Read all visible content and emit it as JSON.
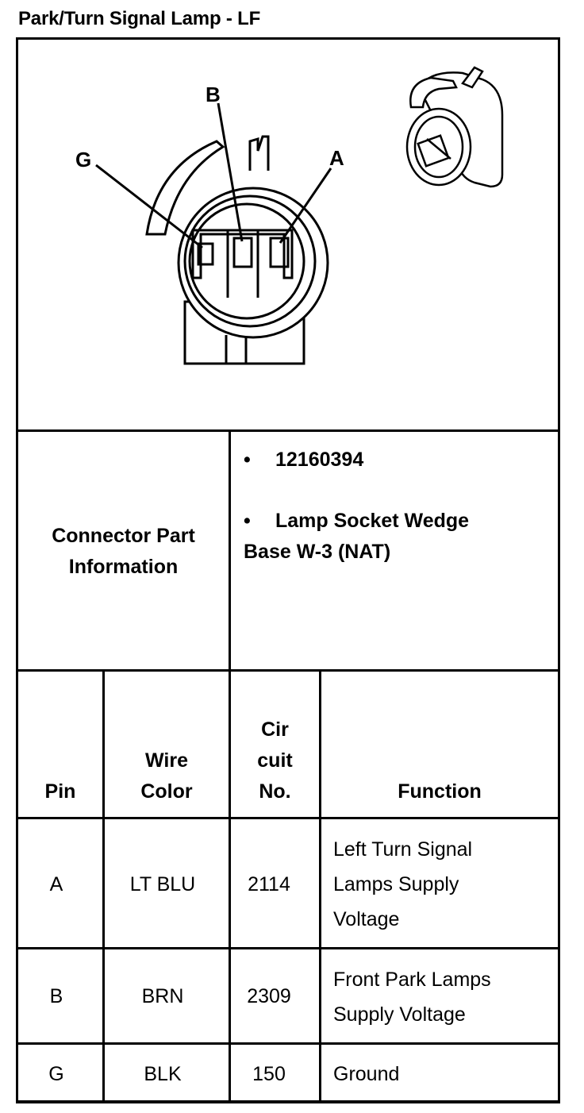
{
  "title": "Park/Turn Signal Lamp - LF",
  "diagram": {
    "pin_labels": [
      "G",
      "B",
      "A"
    ]
  },
  "connector": {
    "label_line1": "Connector Part",
    "label_line2": "Information",
    "bullet1": "12160394",
    "bullet2_line1": "Lamp Socket Wedge",
    "bullet2_line2": "Base W-3 (NAT)",
    "bullet_char": "•"
  },
  "table": {
    "headers": {
      "pin": "Pin",
      "wire_line1": "Wire",
      "wire_line2": "Color",
      "circ_line1": "Cir",
      "circ_line2": "cuit",
      "circ_line3": "No.",
      "function": "Function"
    },
    "rows": [
      {
        "pin": "A",
        "color": "LT BLU",
        "circuit": "2114",
        "function": [
          "Left Turn Signal",
          "Lamps Supply",
          "Voltage"
        ]
      },
      {
        "pin": "B",
        "color": "BRN",
        "circuit": "2309",
        "function": [
          "Front Park Lamps",
          "Supply Voltage"
        ]
      },
      {
        "pin": "G",
        "color": "BLK",
        "circuit": "150",
        "function": [
          "Ground"
        ]
      }
    ]
  }
}
